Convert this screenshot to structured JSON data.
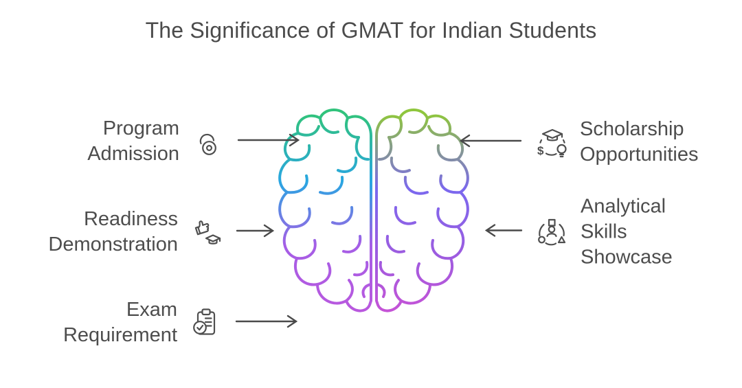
{
  "title": "The Significance of GMAT for Indian Students",
  "brain": {
    "left_colors": [
      "#31c37c",
      "#29a6e2",
      "#a55ee6",
      "#ba58de"
    ],
    "right_colors": [
      "#8fc63d",
      "#7b68ee",
      "#9c5ce0",
      "#c653d6"
    ]
  },
  "items": {
    "left": [
      {
        "icon": "open-padlock-icon",
        "lines": [
          "Program",
          "Admission"
        ]
      },
      {
        "icon": "thumbs-up-graduation-icon",
        "lines": [
          "Readiness",
          "Demonstration"
        ]
      },
      {
        "icon": "clipboard-check-icon",
        "lines": [
          "Exam",
          "Requirement"
        ]
      }
    ],
    "right": [
      {
        "icon": "scholarship-icon",
        "lines": [
          "Scholarship",
          "Opportunities"
        ]
      },
      {
        "icon": "analytical-skills-icon",
        "lines": [
          "Analytical",
          "Skills",
          "Showcase"
        ]
      }
    ]
  }
}
